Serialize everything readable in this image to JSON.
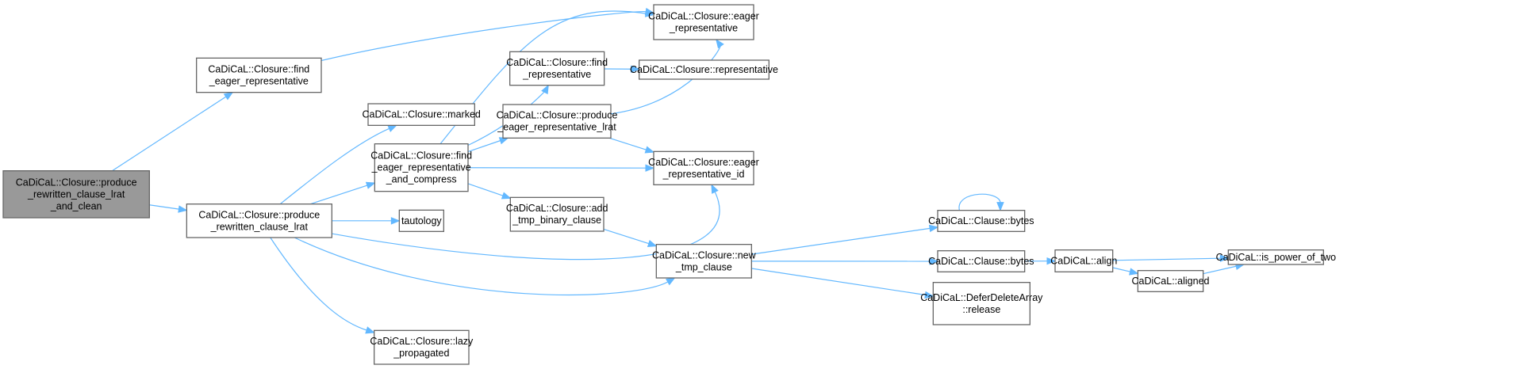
{
  "diagram": {
    "type": "call-graph",
    "edge_color": "#63b8ff",
    "root_fill": "#999999",
    "node_border": "#666666",
    "nodes": [
      {
        "id": "root",
        "lines": [
          "CaDiCaL::Closure::produce",
          "_rewritten_clause_lrat",
          "_and_clean"
        ],
        "root": true
      },
      {
        "id": "find_eager_rep",
        "lines": [
          "CaDiCaL::Closure::find",
          "_eager_representative"
        ]
      },
      {
        "id": "produce_rcl",
        "lines": [
          "CaDiCaL::Closure::produce",
          "_rewritten_clause_lrat"
        ]
      },
      {
        "id": "marked",
        "lines": [
          "CaDiCaL::Closure::marked"
        ]
      },
      {
        "id": "find_eager_rep_compress",
        "lines": [
          "CaDiCaL::Closure::find",
          "_eager_representative",
          "_and_compress"
        ]
      },
      {
        "id": "tautology",
        "lines": [
          "tautology"
        ]
      },
      {
        "id": "lazy_propagated",
        "lines": [
          "CaDiCaL::Closure::lazy",
          "_propagated"
        ]
      },
      {
        "id": "find_rep",
        "lines": [
          "CaDiCaL::Closure::find",
          "_representative"
        ]
      },
      {
        "id": "produce_eager_rep_lrat",
        "lines": [
          "CaDiCaL::Closure::produce",
          "_eager_representative_lrat"
        ]
      },
      {
        "id": "add_tmp_binary",
        "lines": [
          "CaDiCaL::Closure::add",
          "_tmp_binary_clause"
        ]
      },
      {
        "id": "eager_rep",
        "lines": [
          "CaDiCaL::Closure::eager",
          "_representative"
        ]
      },
      {
        "id": "representative",
        "lines": [
          "CaDiCaL::Closure::representative"
        ]
      },
      {
        "id": "eager_rep_id",
        "lines": [
          "CaDiCaL::Closure::eager",
          "_representative_id"
        ]
      },
      {
        "id": "new_tmp_clause",
        "lines": [
          "CaDiCaL::Closure::new",
          "_tmp_clause"
        ]
      },
      {
        "id": "bytes1",
        "lines": [
          "CaDiCaL::Clause::bytes"
        ]
      },
      {
        "id": "bytes2",
        "lines": [
          "CaDiCaL::Clause::bytes"
        ]
      },
      {
        "id": "defer_release",
        "lines": [
          "CaDiCaL::DeferDeleteArray",
          "::release"
        ]
      },
      {
        "id": "align",
        "lines": [
          "CaDiCaL::align"
        ]
      },
      {
        "id": "aligned",
        "lines": [
          "CaDiCaL::aligned"
        ]
      },
      {
        "id": "is_power_of_two",
        "lines": [
          "CaDiCaL::is_power_of_two"
        ]
      }
    ],
    "edges": [
      {
        "from": "root",
        "to": "find_eager_rep"
      },
      {
        "from": "root",
        "to": "produce_rcl"
      },
      {
        "from": "find_eager_rep",
        "to": "eager_rep"
      },
      {
        "from": "produce_rcl",
        "to": "marked"
      },
      {
        "from": "produce_rcl",
        "to": "find_eager_rep_compress"
      },
      {
        "from": "produce_rcl",
        "to": "tautology"
      },
      {
        "from": "produce_rcl",
        "to": "eager_rep_id"
      },
      {
        "from": "produce_rcl",
        "to": "new_tmp_clause"
      },
      {
        "from": "produce_rcl",
        "to": "lazy_propagated"
      },
      {
        "from": "find_eager_rep_compress",
        "to": "eager_rep"
      },
      {
        "from": "find_eager_rep_compress",
        "to": "find_rep"
      },
      {
        "from": "find_eager_rep_compress",
        "to": "produce_eager_rep_lrat"
      },
      {
        "from": "find_eager_rep_compress",
        "to": "eager_rep_id"
      },
      {
        "from": "find_eager_rep_compress",
        "to": "add_tmp_binary"
      },
      {
        "from": "find_rep",
        "to": "representative"
      },
      {
        "from": "produce_eager_rep_lrat",
        "to": "eager_rep"
      },
      {
        "from": "produce_eager_rep_lrat",
        "to": "eager_rep_id"
      },
      {
        "from": "add_tmp_binary",
        "to": "new_tmp_clause"
      },
      {
        "from": "new_tmp_clause",
        "to": "bytes1"
      },
      {
        "from": "new_tmp_clause",
        "to": "bytes2"
      },
      {
        "from": "new_tmp_clause",
        "to": "defer_release"
      },
      {
        "from": "bytes1",
        "to": "bytes1"
      },
      {
        "from": "bytes2",
        "to": "align"
      },
      {
        "from": "align",
        "to": "is_power_of_two"
      },
      {
        "from": "align",
        "to": "aligned"
      },
      {
        "from": "aligned",
        "to": "is_power_of_two"
      }
    ]
  }
}
